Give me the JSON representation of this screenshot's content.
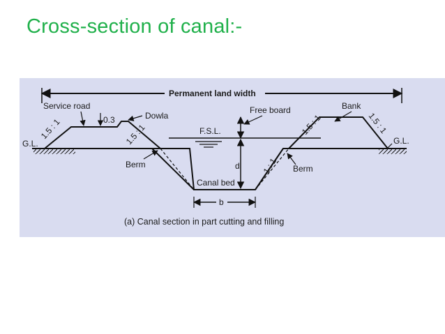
{
  "title": "Cross-section of canal:-",
  "diagram": {
    "permanent_land_width": "Permanent land width",
    "service_road": "Service road",
    "dim_03": "0.3",
    "dowla": "Dowla",
    "free_board": "Free board",
    "bank": "Bank",
    "gl_left": "G.L.",
    "gl_right": "G.L.",
    "fsl": "F.S.L.",
    "slope_left_outer": "1.5 : 1",
    "slope_dowla": "1.5 : 1",
    "slope_bank_inner": "1.5 : 1",
    "slope_bank_outer": "1.5 : 1",
    "slope_cut": "1 : 1",
    "berm_left": "Berm",
    "berm_right": "Berm",
    "depth": "d",
    "canal_bed": "Canal bed",
    "bed_width": "b",
    "caption": "(a) Canal section in part cutting and filling"
  },
  "colors": {
    "title": "#1fb04a",
    "background_panel": "#d9dcf0",
    "line": "#111111"
  }
}
